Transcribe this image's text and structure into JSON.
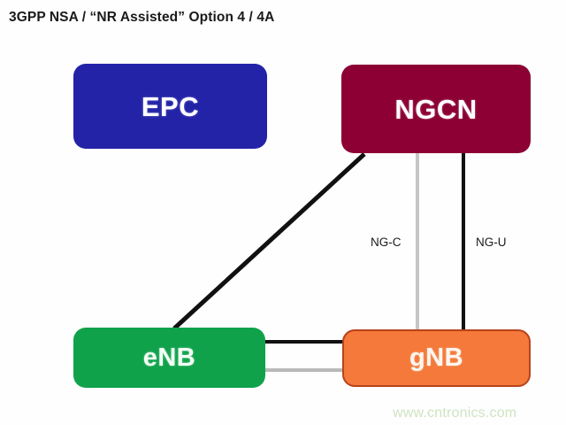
{
  "title": "3GPP NSA / “NR Assisted”  Option 4 / 4A",
  "nodes": [
    {
      "id": "epc",
      "label": "EPC",
      "color": "#2323a8"
    },
    {
      "id": "ngcn",
      "label": "NGCN",
      "color": "#8c0033"
    },
    {
      "id": "enb",
      "label": "eNB",
      "color": "#10a24b"
    },
    {
      "id": "gnb",
      "label": "gNB",
      "color": "#f4793a"
    }
  ],
  "link_labels": {
    "ngc": "NG-C",
    "ngu": "NG-U"
  },
  "links": [
    {
      "name": "ngcn-to-enb",
      "from": "ngcn",
      "to": "enb",
      "style": "solid-black",
      "color": "#111111"
    },
    {
      "name": "ngcn-to-gnb-ngc",
      "from": "ngcn",
      "to": "gnb",
      "style": "solid-gray",
      "color": "#c6c6c6",
      "label": "NG-C"
    },
    {
      "name": "ngcn-to-gnb-ngu",
      "from": "ngcn",
      "to": "gnb",
      "style": "solid-black",
      "color": "#111111",
      "label": "NG-U"
    },
    {
      "name": "enb-to-gnb-black",
      "from": "enb",
      "to": "gnb",
      "style": "solid-black",
      "color": "#111111"
    },
    {
      "name": "enb-to-gnb-gray",
      "from": "enb",
      "to": "gnb",
      "style": "solid-gray",
      "color": "#b9b9b9"
    }
  ],
  "watermark": "www.cntronics.com",
  "colors": {
    "background": "#fefefe",
    "title_text": "#1a1a1a",
    "watermark_text": "#cfe3c2",
    "line_black": "#111111",
    "line_gray": "#c6c6c6"
  }
}
